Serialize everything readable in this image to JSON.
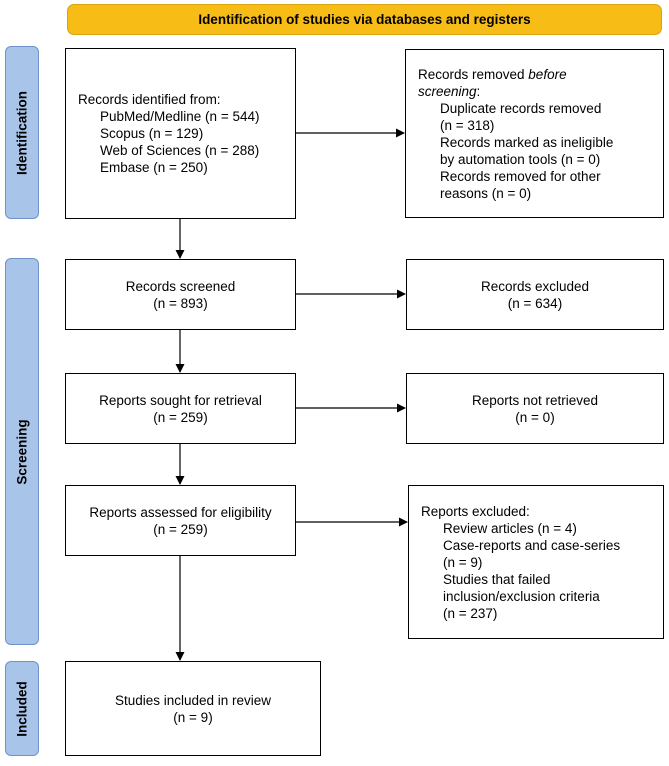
{
  "header": {
    "title": "Identification of studies via databases and registers"
  },
  "phases": {
    "identification": "Identification",
    "screening": "Screening",
    "included": "Included"
  },
  "records_identified": {
    "heading": "Records identified from:",
    "items": [
      "PubMed/Medline (n = 544)",
      "Scopus (n = 129)",
      "Web of Sciences (n = 288)",
      "Embase (n = 250)"
    ]
  },
  "records_removed": {
    "heading_prefix": "Records removed ",
    "heading_emphasis_1": "before",
    "heading_emphasis_2": "screening",
    "heading_suffix": ":",
    "items": [
      "Duplicate records removed",
      "(n = 318)",
      "Records marked as ineligible",
      "by automation tools (n = 0)",
      "Records removed for other",
      "reasons (n = 0)"
    ]
  },
  "records_screened": {
    "label": "Records screened",
    "count": "(n = 893)"
  },
  "records_excluded": {
    "label": "Records excluded",
    "count": "(n = 634)"
  },
  "reports_sought": {
    "label": "Reports sought for retrieval",
    "count": "(n = 259)"
  },
  "reports_not_retrieved": {
    "label": "Reports not retrieved",
    "count": "(n = 0)"
  },
  "reports_assessed": {
    "label": "Reports assessed for eligibility",
    "count": "(n = 259)"
  },
  "reports_excluded": {
    "heading": "Reports excluded:",
    "items": [
      "Review articles (n = 4)",
      "Case-reports and case-series",
      "(n = 9)",
      "Studies that failed",
      "inclusion/exclusion criteria",
      "(n = 237)"
    ]
  },
  "studies_included": {
    "label": "Studies included in review",
    "count": "(n = 9)"
  },
  "colors": {
    "header_fill": "#f7bd16",
    "phase_fill": "#a8c4e8",
    "phase_border": "#6f93c7",
    "box_border": "#000000"
  }
}
